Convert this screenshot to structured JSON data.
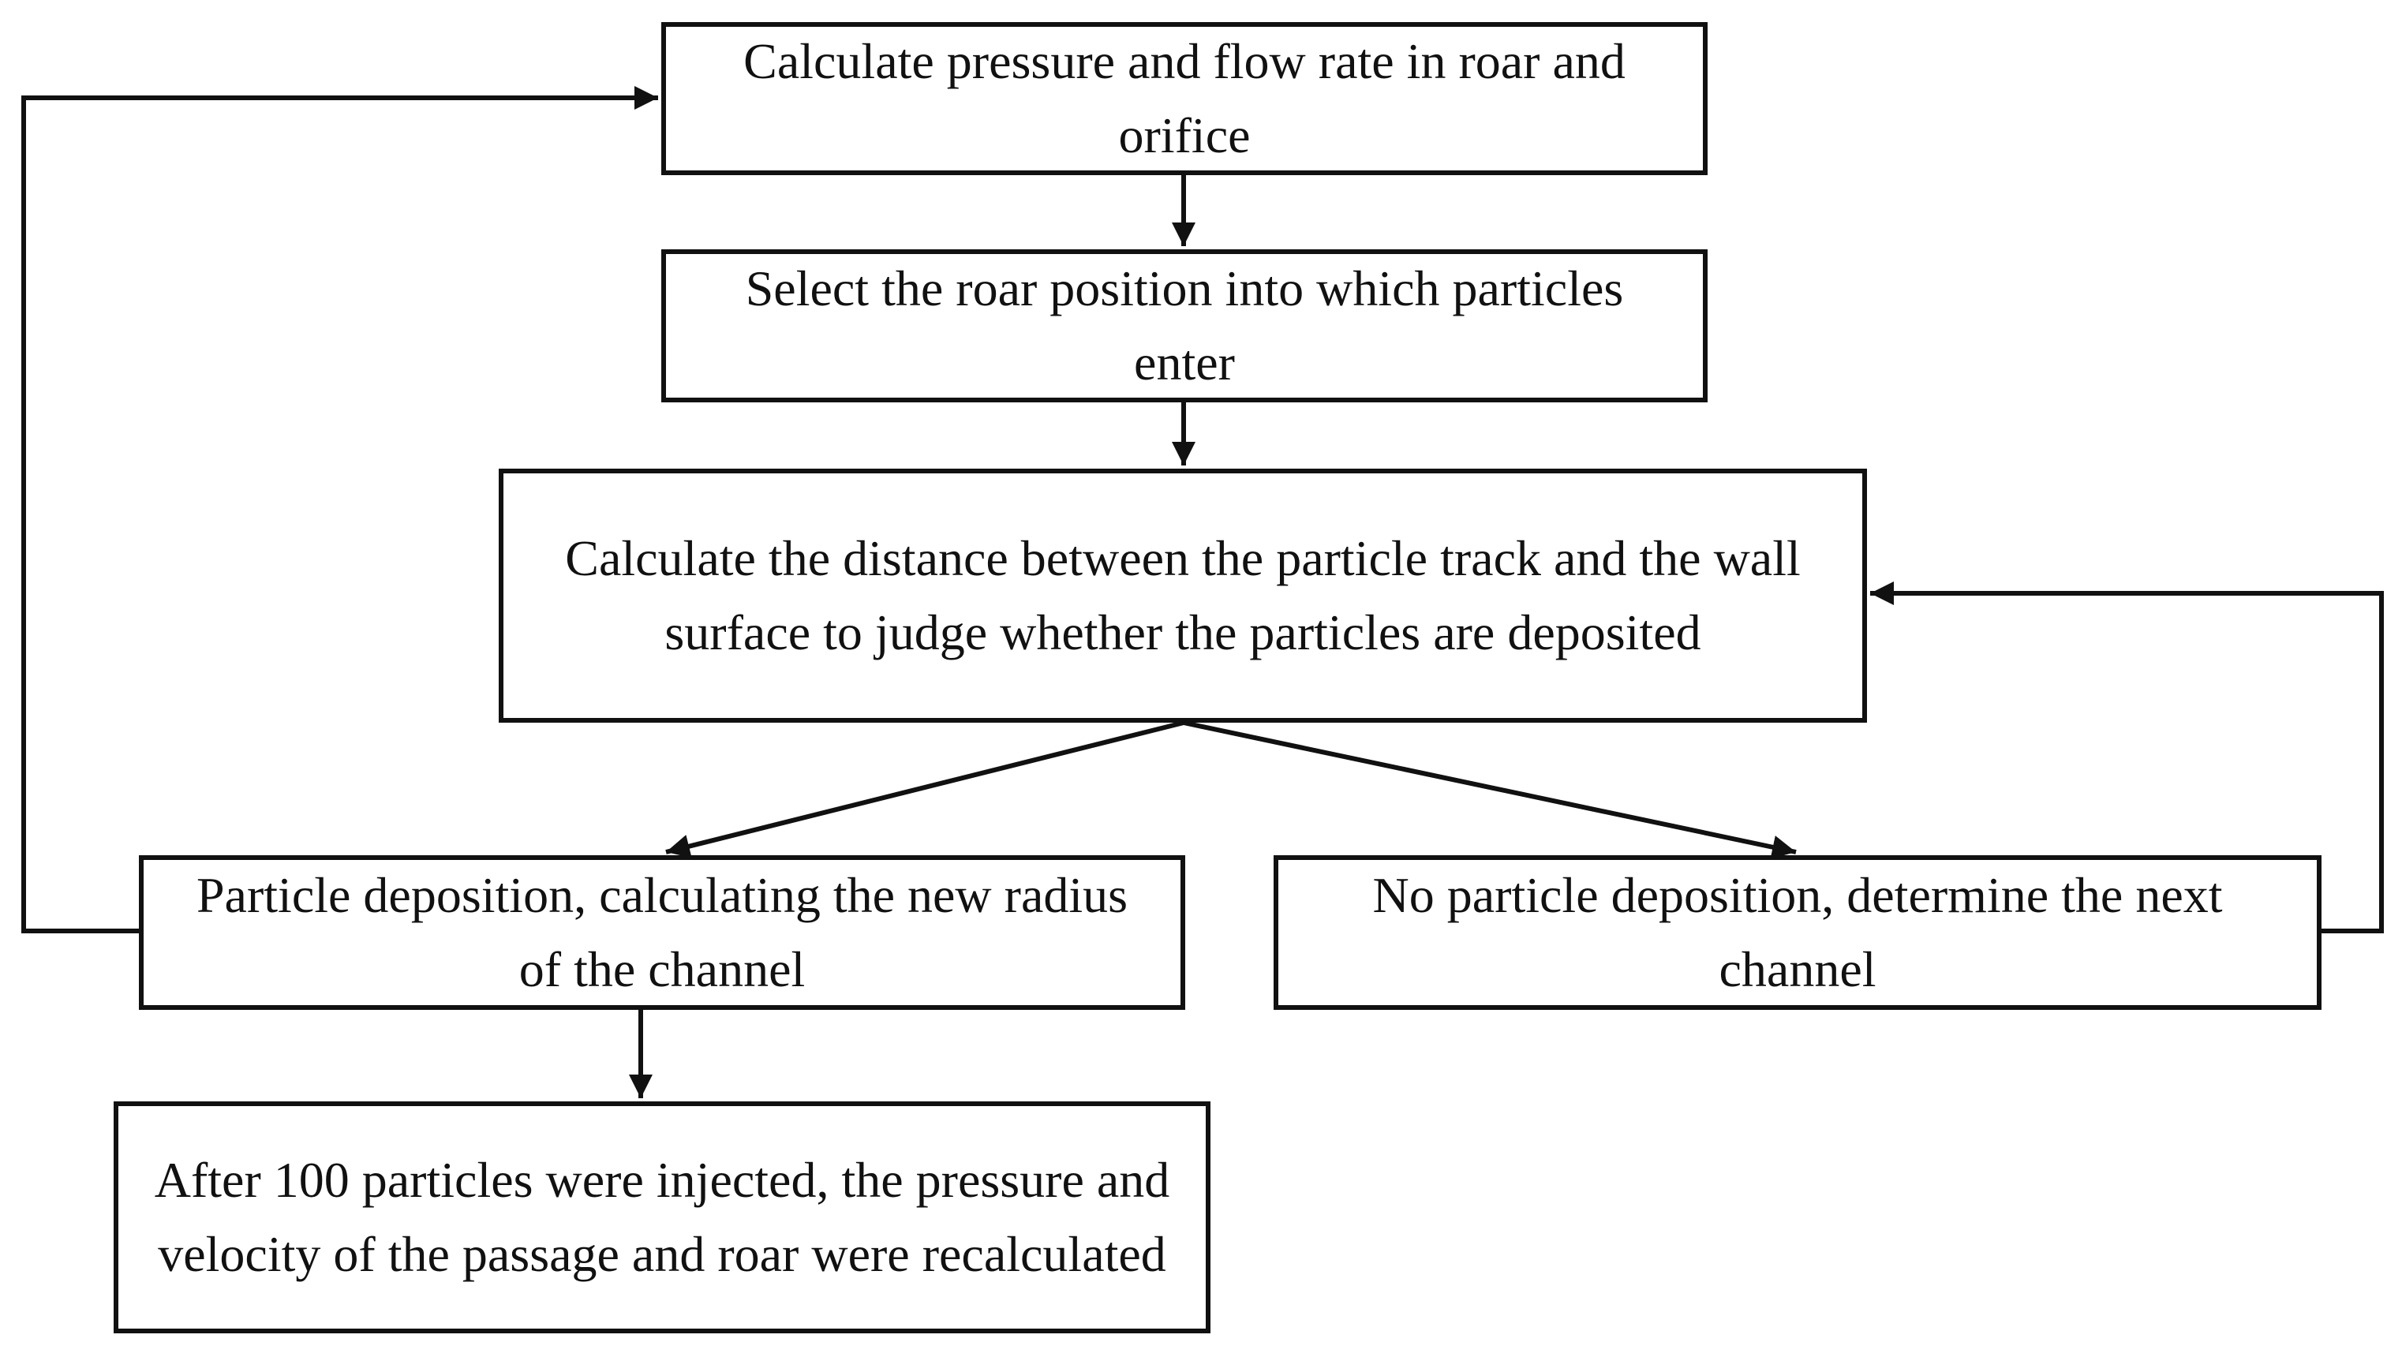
{
  "diagram": {
    "nodes": [
      {
        "id": "calc-pressure",
        "text": "Calculate pressure and flow rate in roar and orifice"
      },
      {
        "id": "select-position",
        "text": "Select the roar position into which particles enter"
      },
      {
        "id": "calc-distance",
        "text": "Calculate the distance between the particle track and the wall surface to judge whether the particles are deposited"
      },
      {
        "id": "deposition",
        "text": "Particle deposition, calculating the new radius of the channel"
      },
      {
        "id": "no-deposition",
        "text": "No particle deposition, determine the next channel"
      },
      {
        "id": "recalculate",
        "text": "After 100 particles were injected, the pressure and velocity of the passage and roar were recalculated"
      }
    ],
    "edges": [
      {
        "from": "calc-pressure",
        "to": "select-position"
      },
      {
        "from": "select-position",
        "to": "calc-distance"
      },
      {
        "from": "calc-distance",
        "to": "deposition"
      },
      {
        "from": "calc-distance",
        "to": "no-deposition"
      },
      {
        "from": "deposition",
        "to": "recalculate"
      },
      {
        "from": "deposition",
        "to": "calc-pressure"
      },
      {
        "from": "no-deposition",
        "to": "calc-distance"
      }
    ],
    "colors": {
      "line": "#111111",
      "box_border": "#111111",
      "background": "#ffffff"
    }
  }
}
